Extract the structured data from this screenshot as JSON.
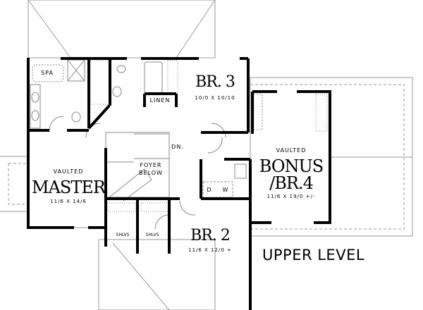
{
  "plan": {
    "title": "UPPER LEVEL",
    "rooms": [
      {
        "name": "MASTER",
        "note": "VAULTED",
        "dims": "11/6 X 14/6"
      },
      {
        "name": "BR. 3",
        "dims": "10/0 X 10/10"
      },
      {
        "name": "BONUS",
        "name2": "/BR.4",
        "note": "VAULTED",
        "dims": "11/6 X 19/0 +/-"
      },
      {
        "name": "BR. 2",
        "dims": "11/6 X 12/0 +"
      }
    ],
    "labels": {
      "spa": "SPA",
      "linen": "LINEN",
      "down": "DN.",
      "foyer": "FOYER",
      "foyer2": "BELOW",
      "dryer": "D",
      "washer": "W",
      "shelves1": "SHLVS",
      "shelves2": "SHLVS"
    },
    "colors": {
      "wall": "#000000",
      "roof_line": "#9a9a9a"
    }
  }
}
